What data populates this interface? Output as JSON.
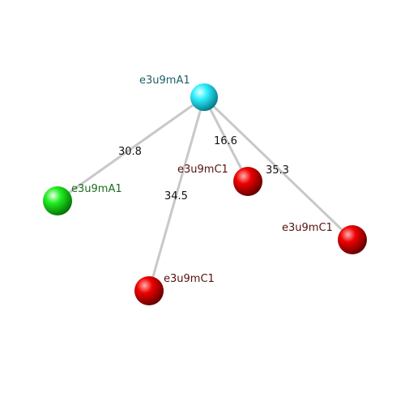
{
  "colors": {
    "cyan_atom": "#00e5f0",
    "green_atom": "#22dd22",
    "red_atom": "#dd0000",
    "bond": "#bdbdbd",
    "label_cyan": "#1f5f6a",
    "label_green": "#1f6b1f",
    "label_red": "#5a1010"
  },
  "atoms": [
    {
      "id": "center",
      "label": "e3u9mA1",
      "color": "cyan"
    },
    {
      "id": "left",
      "label": "e3u9mA1",
      "color": "green"
    },
    {
      "id": "mid",
      "label": "e3u9mC1",
      "color": "red"
    },
    {
      "id": "right",
      "label": "e3u9mC1",
      "color": "red"
    },
    {
      "id": "bottom",
      "label": "e3u9mC1",
      "color": "red"
    }
  ],
  "bonds": [
    {
      "from": "center",
      "to": "left",
      "distance": "30.8"
    },
    {
      "from": "center",
      "to": "bottom",
      "distance": "34.5"
    },
    {
      "from": "center",
      "to": "mid",
      "distance": "16.6"
    },
    {
      "from": "center",
      "to": "right",
      "distance": "35.3"
    }
  ]
}
